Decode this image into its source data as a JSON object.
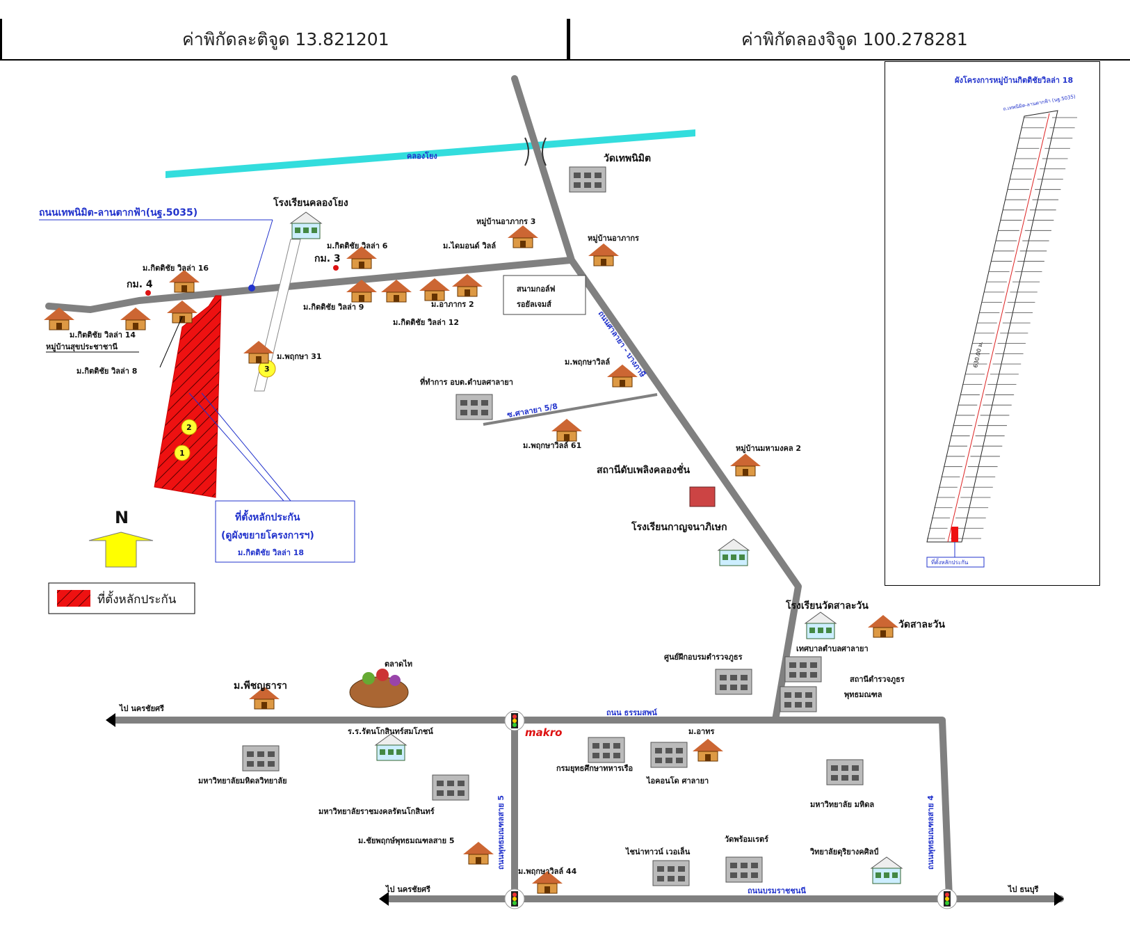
{
  "header": {
    "latitude": "ค่าพิกัดละติจูด 13.821201",
    "longitude": "ค่าพิกัดลองจิจูด 100.278281"
  },
  "colors": {
    "road": "#808080",
    "canal": "#33dddd",
    "plot": "#ee1111",
    "arrow": "#ffff00",
    "label_blue": "#2233cc"
  },
  "labels": {
    "canal": "คลองโยง",
    "road_main": "ถนนเทพนิมิต-ลานตากฟ้า(นฐ.5035)",
    "road_east": "ถนนศาลายา - บางภาษี",
    "road_soi": "ซ.ศาลายา 5/8",
    "road_south": "ถนน ธรรมสพน์",
    "road_bottom": "ถนนบรมราชชนนี",
    "road_v5": "ถนนพุทธมณฑลสาย 5",
    "road_v4": "ถนนพุทธมณฑลสาย 4",
    "wat_thepnimit": "วัดเทพนิมิต",
    "school_khlongyong": "โรงเรียนคลองโยง",
    "km3": "กม. 3",
    "km4": "กม. 4",
    "v6": "ม.กิตติชัย วิลล่า 6",
    "v16": "ม.กิตติชัย วิลล่า 16",
    "v14": "ม.กิตติชัย วิลล่า 14",
    "vsuk": "หมู่บ้านสุขประชาชานี",
    "v8": "ม.กิตติชัย วิลล่า 8",
    "v9": "ม.กิตติชัย วิลล่า 9",
    "v12": "ม.กิตติชัย วิลล่า 12",
    "ason2": "ม.อาภากร 2",
    "arthorn3": "หมู่บ้านอาภากร 3",
    "arthorn": "หมู่บ้านอาภากร",
    "nhome": "ม.ไดมอนด์ วิลล์",
    "golf1": "สนามกอล์ฟ",
    "golf2": "รอยัลเจมส์",
    "pruksa31": "ม.พฤกษา 31",
    "pruksaville": "ม.พฤกษาวิลล์",
    "pruksaville61": "ม.พฤกษาวิลล์ 61",
    "sao": "ที่ทำการ อบต.ตำบลศาลายา",
    "mangkhon2": "หมู่บ้านมหามงคล 2",
    "fire": "สถานีดับเพลิงคลองชั่น",
    "kanchana": "โรงเรียนกาญจนาภิเษก",
    "label_pos1": "ที่ตั้งหลักประกัน",
    "label_pos2": "(ดูผังขยายโครงการฯ)",
    "label_pos3": "ม.กิตติชัย วิลล่า 18",
    "north": "N",
    "legend": "ที่ตั้งหลักประกัน",
    "school_salawan": "โรงเรียนวัดสาละวัน",
    "wat_salawan": "วัดสาละวัน",
    "traffic_center": "ศูนย์ฝึกอบรมตำรวจภูธร",
    "municipal": "เทศบาลตำบลศาลายา",
    "police": "สถานีตำรวจภูธร",
    "police2": "พุทธมณฑล",
    "market": "ตลาดไท",
    "phichayatha": "ม.พีชญธารา",
    "to_nakhon1": "ไป นครชัยศรี",
    "to_nakhon2": "ไป นครชัยศรี",
    "to_thonburi": "ไป ธนบุรี",
    "makro": "makro",
    "hospital": "ร.ร.รัตนโกสินทร์สมโภชน์",
    "univ_mahidol_music": "มหาวิทยาลัยมหิดลวิทยาลัย",
    "univ_rattana": "มหาวิทยาลัยราชมงคลรัตนโกสินทร์",
    "navy": "กรมยุทธศึกษาทหารเรือ",
    "condo": "ไอคอนโด ศาลายา",
    "m_athorn": "ม.อาทร",
    "mahidol": "มหาวิทยาลัย มหิดล",
    "suanphuttha": "ม.ชัยพฤกษ์พุทธมณฑลสาย 5",
    "pruksaville44": "ม.พฤกษาวิลล์ 44",
    "townhouse": "ไชน่าทาวน์ เวอเล็น",
    "wat_suwan": "วัดพร้อมเรตร์",
    "college": "วิทยาลัยดุริยางคศิลป์",
    "n1": "1",
    "n2": "2",
    "n3": "3"
  },
  "inset": {
    "title": "ผังโครงการหมู่บ้านกิตติชัยวิลล่า 18",
    "road": "ถ.เทพนิมิต-ลานตากฟ้า (นฐ.5035)",
    "distance": "630.00 ม.",
    "tag": "ที่ตั้งหลักประกัน"
  }
}
